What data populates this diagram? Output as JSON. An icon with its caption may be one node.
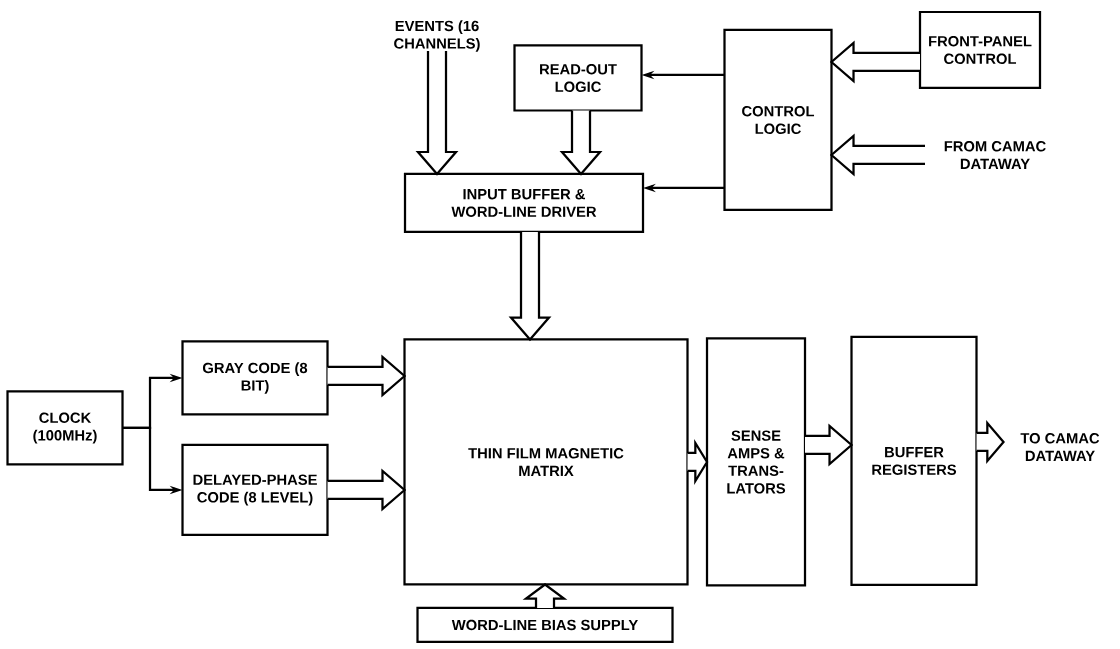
{
  "diagram": {
    "nodes": [
      {
        "text": [
          "EVENTS (16 CHANNELS)"
        ]
      },
      {
        "text": [
          "READ-OUT LOGIC"
        ]
      },
      {
        "text": [
          "CONTROL LOGIC"
        ]
      },
      {
        "text": [
          "FRONT-PANEL CONTROL"
        ]
      },
      {
        "text": [
          "FROM CAMAC DATAWAY"
        ]
      },
      {
        "text": [
          "INPUT BUFFER & WORD-LINE DRIVER"
        ]
      },
      {
        "text": [
          "CLOCK (100MHz)"
        ]
      },
      {
        "text": [
          "GRAY CODE (8 BIT)"
        ]
      },
      {
        "text": [
          "DELAYED-PHASE CODE (8 LEVEL)"
        ]
      },
      {
        "text": [
          "THIN FILM MAGNETIC MATRIX"
        ]
      },
      {
        "text": [
          "SENSE AMPS & TRANS-LATORS"
        ]
      },
      {
        "text": [
          "BUFFER REGISTERS"
        ]
      },
      {
        "text": [
          "TO CAMAC DATAWAY"
        ]
      },
      {
        "text": [
          "WORD-LINE BIAS SUPPLY"
        ]
      }
    ],
    "edges": [
      {
        "from": 0,
        "to": 5,
        "arrow": "to",
        "style": "thick"
      },
      {
        "from": 1,
        "to": 5,
        "arrow": "to",
        "style": "thick"
      },
      {
        "from": 2,
        "to": 1,
        "arrow": "to"
      },
      {
        "from": 2,
        "to": 5,
        "arrow": "to"
      },
      {
        "from": 3,
        "to": 2,
        "arrow": "to",
        "style": "thick"
      },
      {
        "from": 4,
        "to": 2,
        "arrow": "to",
        "style": "thick"
      },
      {
        "from": 5,
        "to": 9,
        "arrow": "to",
        "style": "thick"
      },
      {
        "from": 6,
        "to": 7,
        "arrow": "to"
      },
      {
        "from": 6,
        "to": 8,
        "arrow": "to"
      },
      {
        "from": 7,
        "to": 9,
        "arrow": "to",
        "style": "thick"
      },
      {
        "from": 8,
        "to": 9,
        "arrow": "to",
        "style": "thick"
      },
      {
        "from": 9,
        "to": 10,
        "arrow": "to",
        "style": "thick"
      },
      {
        "from": 10,
        "to": 11,
        "arrow": "to",
        "style": "thick"
      },
      {
        "from": 11,
        "to": 12,
        "arrow": "to",
        "style": "thick"
      },
      {
        "from": 13,
        "to": 9,
        "arrow": "to",
        "style": "thick"
      }
    ]
  }
}
